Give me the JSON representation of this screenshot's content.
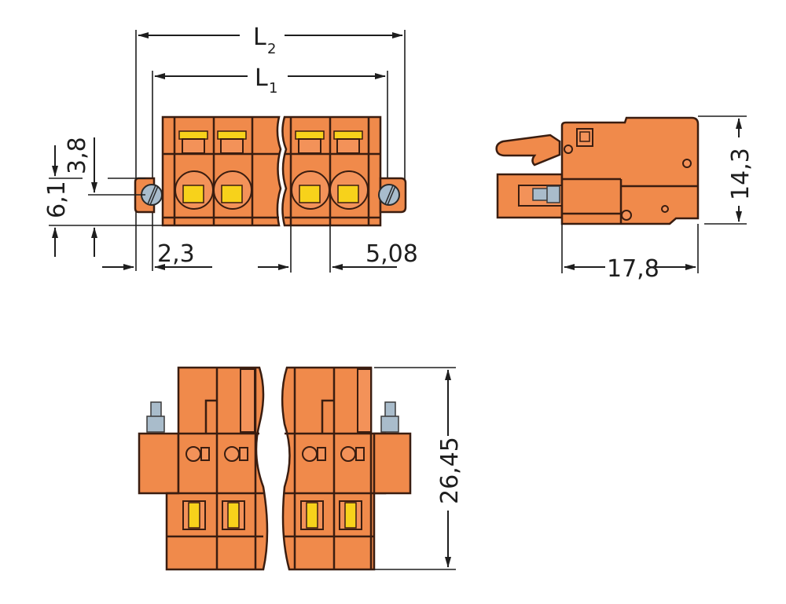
{
  "drawing": {
    "subject": "Pluggable terminal block connector with screw flanges",
    "views": {
      "front": {
        "dimensions": {
          "L2": {
            "label": "L",
            "subscript": "2"
          },
          "L1": {
            "label": "L",
            "subscript": "1"
          },
          "height_total": "6,1",
          "height_screw": "3,8",
          "flange_offset": "2,3",
          "pitch": "5,08"
        }
      },
      "side": {
        "dimensions": {
          "height": "14,3",
          "depth": "17,8"
        }
      },
      "top": {
        "dimensions": {
          "length": "26,45"
        }
      }
    },
    "colors": {
      "housing": "#f08a4b",
      "outline": "#3a1d10",
      "release_button": "#f7d21b",
      "screw": "#a8bccc",
      "dimension_lines": "#1e1e1e"
    }
  }
}
